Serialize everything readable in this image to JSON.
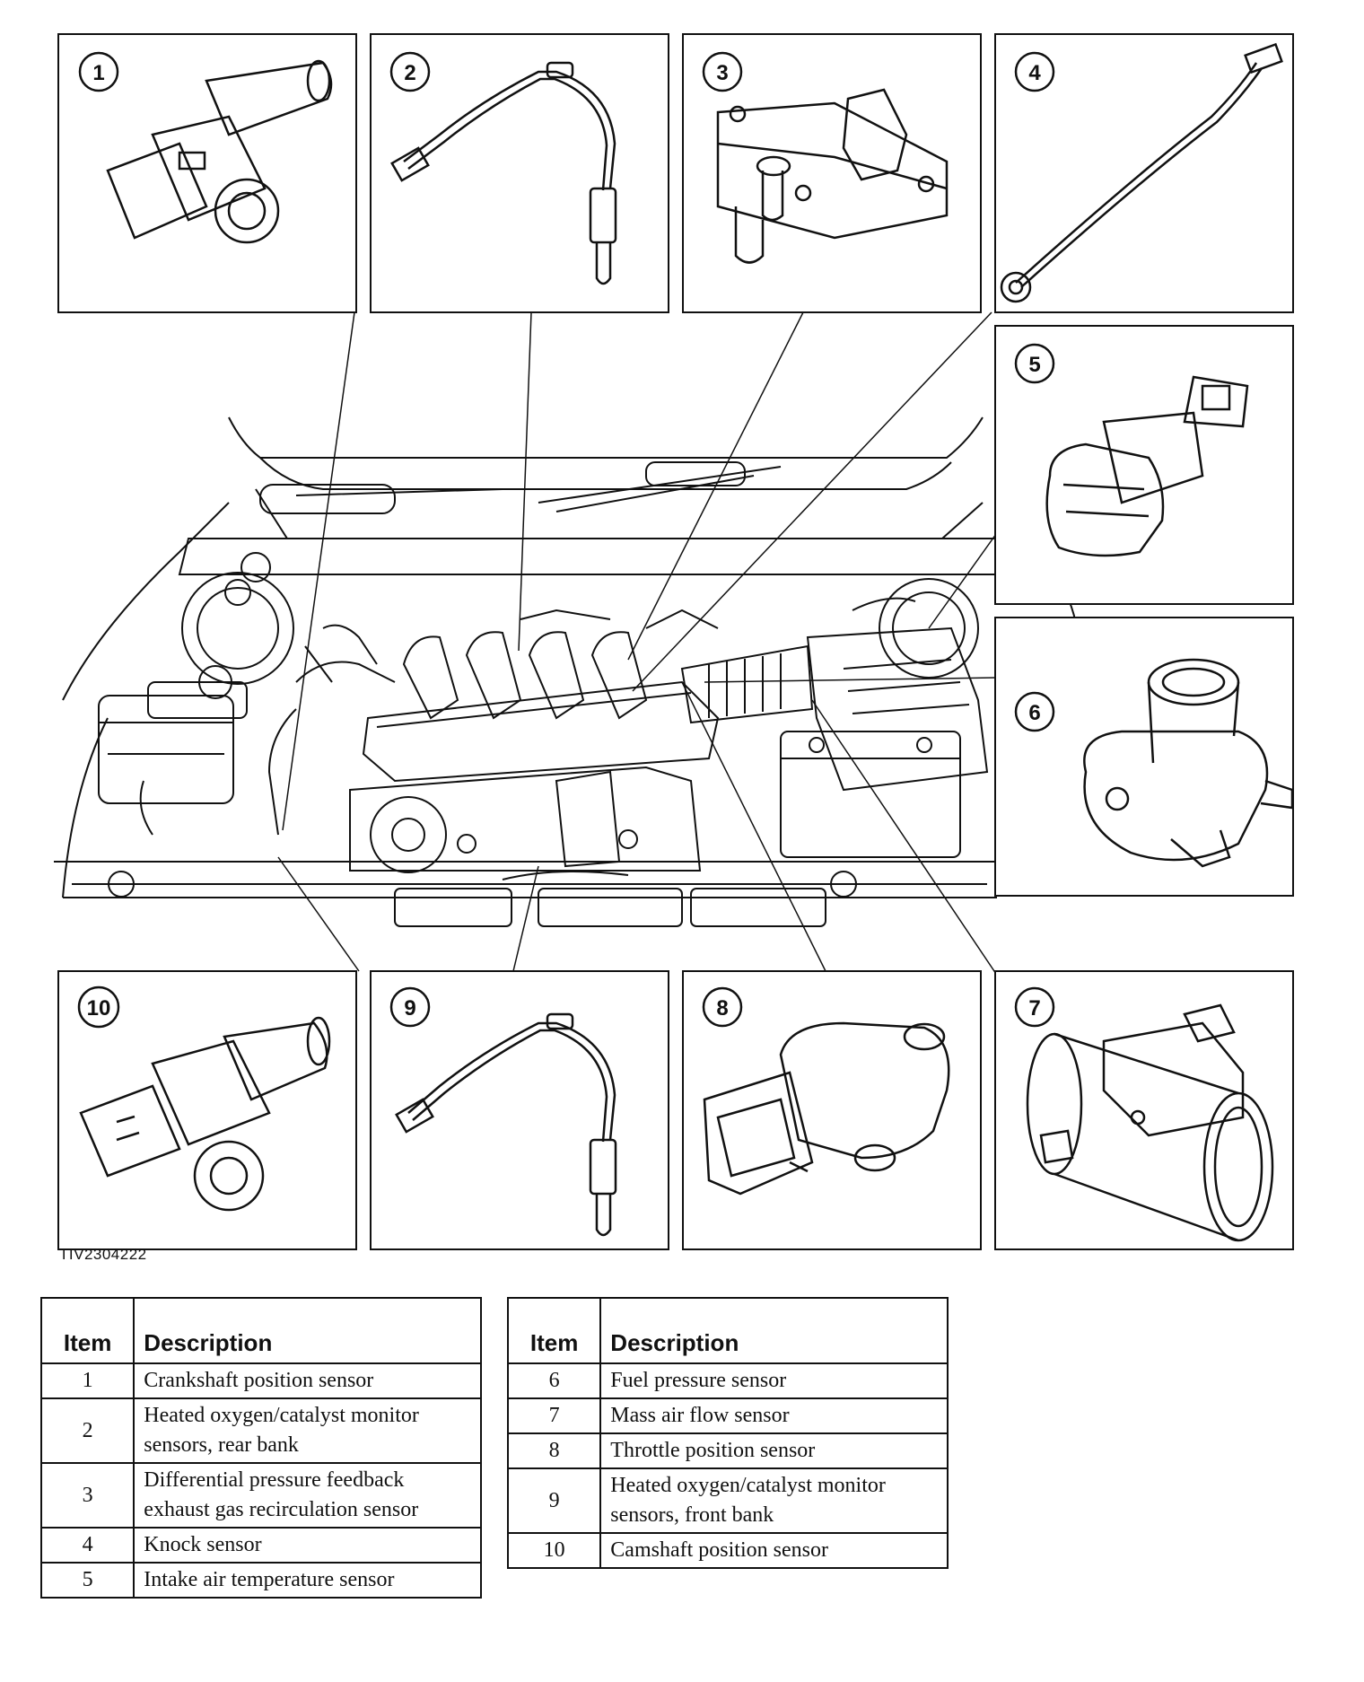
{
  "figure_code": "TIV2304222",
  "callouts": [
    "1",
    "2",
    "3",
    "4",
    "5",
    "6",
    "7",
    "8",
    "9",
    "10"
  ],
  "legend": {
    "item_header": "Item",
    "description_header": "Description",
    "left": [
      {
        "item": "1",
        "description": "Crankshaft position sensor"
      },
      {
        "item": "2",
        "description": "Heated oxygen/catalyst monitor sensors, rear bank"
      },
      {
        "item": "3",
        "description": "Differential pressure feedback exhaust gas recirculation sensor"
      },
      {
        "item": "4",
        "description": "Knock sensor"
      },
      {
        "item": "5",
        "description": "Intake air temperature sensor"
      }
    ],
    "right": [
      {
        "item": "6",
        "description": "Fuel pressure sensor"
      },
      {
        "item": "7",
        "description": "Mass air flow sensor"
      },
      {
        "item": "8",
        "description": "Throttle position sensor"
      },
      {
        "item": "9",
        "description": "Heated oxygen/catalyst monitor sensors, front bank"
      },
      {
        "item": "10",
        "description": "Camshaft position sensor"
      }
    ]
  }
}
